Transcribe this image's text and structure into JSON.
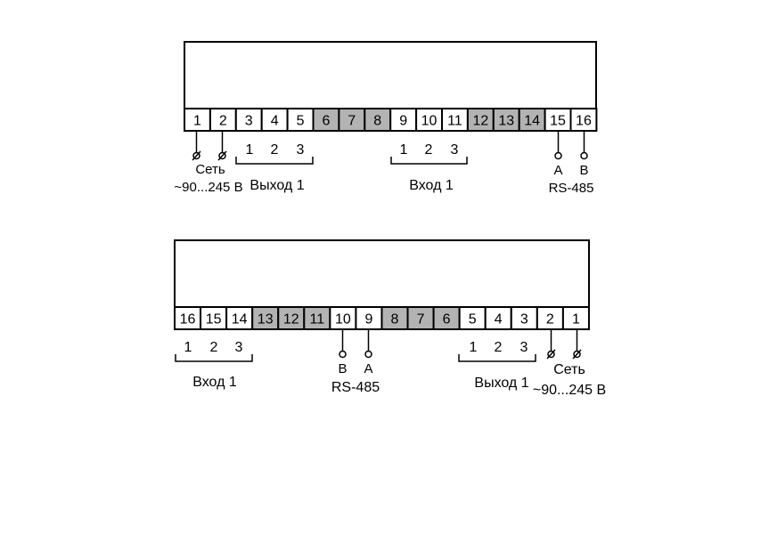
{
  "colors": {
    "stroke": "#000000",
    "shaded": "#b3b3b3",
    "background": "#ffffff"
  },
  "top": {
    "terminals": [
      {
        "label": "1",
        "shaded": false
      },
      {
        "label": "2",
        "shaded": false
      },
      {
        "label": "3",
        "shaded": false
      },
      {
        "label": "4",
        "shaded": false
      },
      {
        "label": "5",
        "shaded": false
      },
      {
        "label": "6",
        "shaded": true
      },
      {
        "label": "7",
        "shaded": true
      },
      {
        "label": "8",
        "shaded": true
      },
      {
        "label": "9",
        "shaded": false
      },
      {
        "label": "10",
        "shaded": false
      },
      {
        "label": "11",
        "shaded": false
      },
      {
        "label": "12",
        "shaded": true
      },
      {
        "label": "13",
        "shaded": true
      },
      {
        "label": "14",
        "shaded": true
      },
      {
        "label": "15",
        "shaded": false
      },
      {
        "label": "16",
        "shaded": false
      }
    ],
    "power_label": "Сеть",
    "power_range": "~90...245 В",
    "output_label": "Выход 1",
    "output_nums": [
      "1",
      "2",
      "3"
    ],
    "input_label": "Вход 1",
    "input_nums": [
      "1",
      "2",
      "3"
    ],
    "rs_a": "A",
    "rs_b": "B",
    "rs_label": "RS-485"
  },
  "bottom": {
    "terminals": [
      {
        "label": "16",
        "shaded": false
      },
      {
        "label": "15",
        "shaded": false
      },
      {
        "label": "14",
        "shaded": false
      },
      {
        "label": "13",
        "shaded": true
      },
      {
        "label": "12",
        "shaded": true
      },
      {
        "label": "11",
        "shaded": true
      },
      {
        "label": "10",
        "shaded": false
      },
      {
        "label": "9",
        "shaded": false
      },
      {
        "label": "8",
        "shaded": true
      },
      {
        "label": "7",
        "shaded": true
      },
      {
        "label": "6",
        "shaded": true
      },
      {
        "label": "5",
        "shaded": false
      },
      {
        "label": "4",
        "shaded": false
      },
      {
        "label": "3",
        "shaded": false
      },
      {
        "label": "2",
        "shaded": false
      },
      {
        "label": "1",
        "shaded": false
      }
    ],
    "power_label": "Сеть",
    "power_range": "~90...245 В",
    "output_label": "Выход 1",
    "output_nums": [
      "1",
      "2",
      "3"
    ],
    "input_label": "Вход 1",
    "input_nums": [
      "1",
      "2",
      "3"
    ],
    "rs_a": "A",
    "rs_b": "B",
    "rs_label": "RS-485"
  }
}
